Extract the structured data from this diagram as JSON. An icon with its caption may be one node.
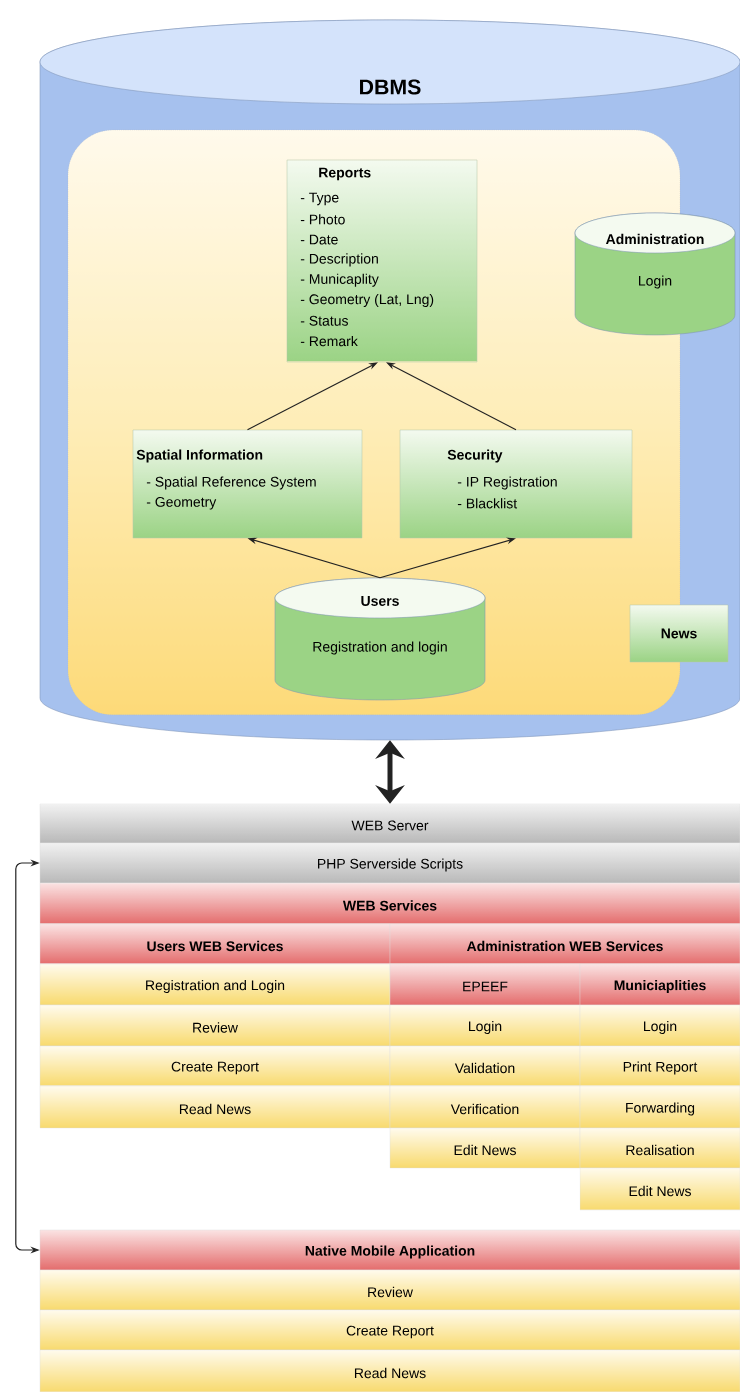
{
  "diagram": {
    "nodes": [
      {
        "text": [
          "DBMS"
        ]
      },
      {
        "text": [],
        "shape": "box",
        "in": 0
      },
      {
        "text": [
          "Reports",
          "- Type",
          "- Photo",
          "- Date",
          "- Description",
          "- Municaplity",
          "- Geometry (Lat, Lng)",
          "- Status",
          "- Remark"
        ],
        "in": 1
      },
      {
        "text": [
          "Administration",
          "Login"
        ],
        "in": 0
      },
      {
        "text": [
          "Spatial Information",
          "- Spatial Reference System",
          "- Geometry"
        ],
        "in": 1
      },
      {
        "text": [
          "Security",
          "- IP Registration",
          "- Blacklist"
        ],
        "in": 1
      },
      {
        "text": [
          "Users",
          "Registration and login"
        ],
        "in": 1
      },
      {
        "text": [
          "News"
        ],
        "in": 0
      },
      {
        "text": [
          "WEB Server"
        ]
      },
      {
        "text": [
          "PHP Serverside Scripts"
        ]
      },
      {
        "text": [
          "WEB Services"
        ]
      },
      {
        "text": [
          "Users WEB Services"
        ]
      },
      {
        "text": [
          "Administration WEB Services"
        ]
      },
      {
        "text": [
          "Registration and Login"
        ]
      },
      {
        "text": [
          "Review"
        ]
      },
      {
        "text": [
          "Create Report"
        ]
      },
      {
        "text": [
          "Read News"
        ]
      },
      {
        "text": [
          "EPEEF"
        ]
      },
      {
        "text": [
          "Municiaplities"
        ]
      },
      {
        "text": [
          "Login"
        ]
      },
      {
        "text": [
          "Validation"
        ]
      },
      {
        "text": [
          "Verification"
        ]
      },
      {
        "text": [
          "Edit News"
        ]
      },
      {
        "text": [
          "Login"
        ]
      },
      {
        "text": [
          "Print Report"
        ]
      },
      {
        "text": [
          "Forwarding"
        ]
      },
      {
        "text": [
          "Realisation"
        ]
      },
      {
        "text": [
          "Edit News"
        ]
      },
      {
        "text": [
          "Native Mobile Application"
        ]
      },
      {
        "text": [
          "Review"
        ]
      },
      {
        "text": [
          "Create Report"
        ]
      },
      {
        "text": [
          "Read News"
        ]
      }
    ],
    "edges": [
      {
        "from": 4,
        "to": 2,
        "arrow": "to"
      },
      {
        "from": 5,
        "to": 2,
        "arrow": "to"
      },
      {
        "from": 6,
        "to": 4,
        "arrow": "to"
      },
      {
        "from": 6,
        "to": 5,
        "arrow": "to"
      },
      {
        "from": 0,
        "to": 8,
        "arrow": "both",
        "style": "thick"
      },
      {
        "from": 28,
        "to": 9,
        "arrow": "both"
      }
    ]
  }
}
